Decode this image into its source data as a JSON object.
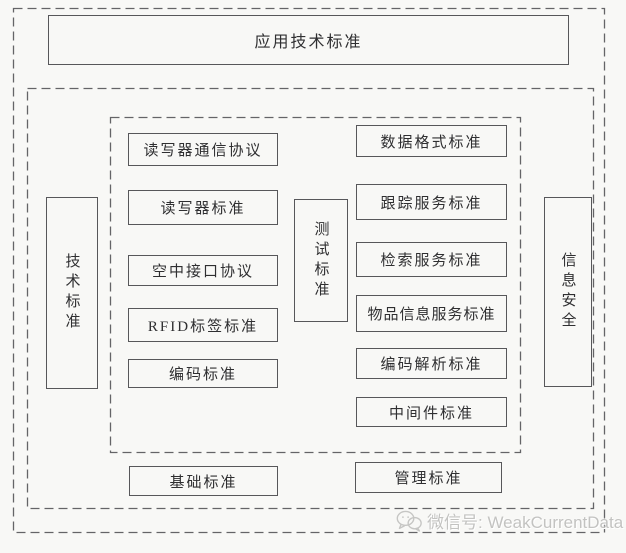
{
  "diagram": {
    "title_box": "应用技术标准",
    "left_vertical_box": "技术标准",
    "right_vertical_box": "信息安全",
    "middle_vertical_box": "测试标准",
    "left_column": [
      "读写器通信协议",
      "读写器标准",
      "空中接口协议",
      "RFID标签标准",
      "编码标准"
    ],
    "right_column": [
      "数据格式标准",
      "跟踪服务标准",
      "检索服务标准",
      "物品信息服务标准",
      "编码解析标准",
      "中间件标准"
    ],
    "bottom_left_box": "基础标准",
    "bottom_right_box": "管理标准"
  },
  "watermark": {
    "icon": "wechat-icon",
    "text": "微信号: WeakCurrentData"
  },
  "colors": {
    "background": "#f8f8f6",
    "solid_border": "#57575a",
    "dashed_border": "#646467",
    "text": "#2f2f31",
    "watermark_text": "#c3c3c1"
  }
}
